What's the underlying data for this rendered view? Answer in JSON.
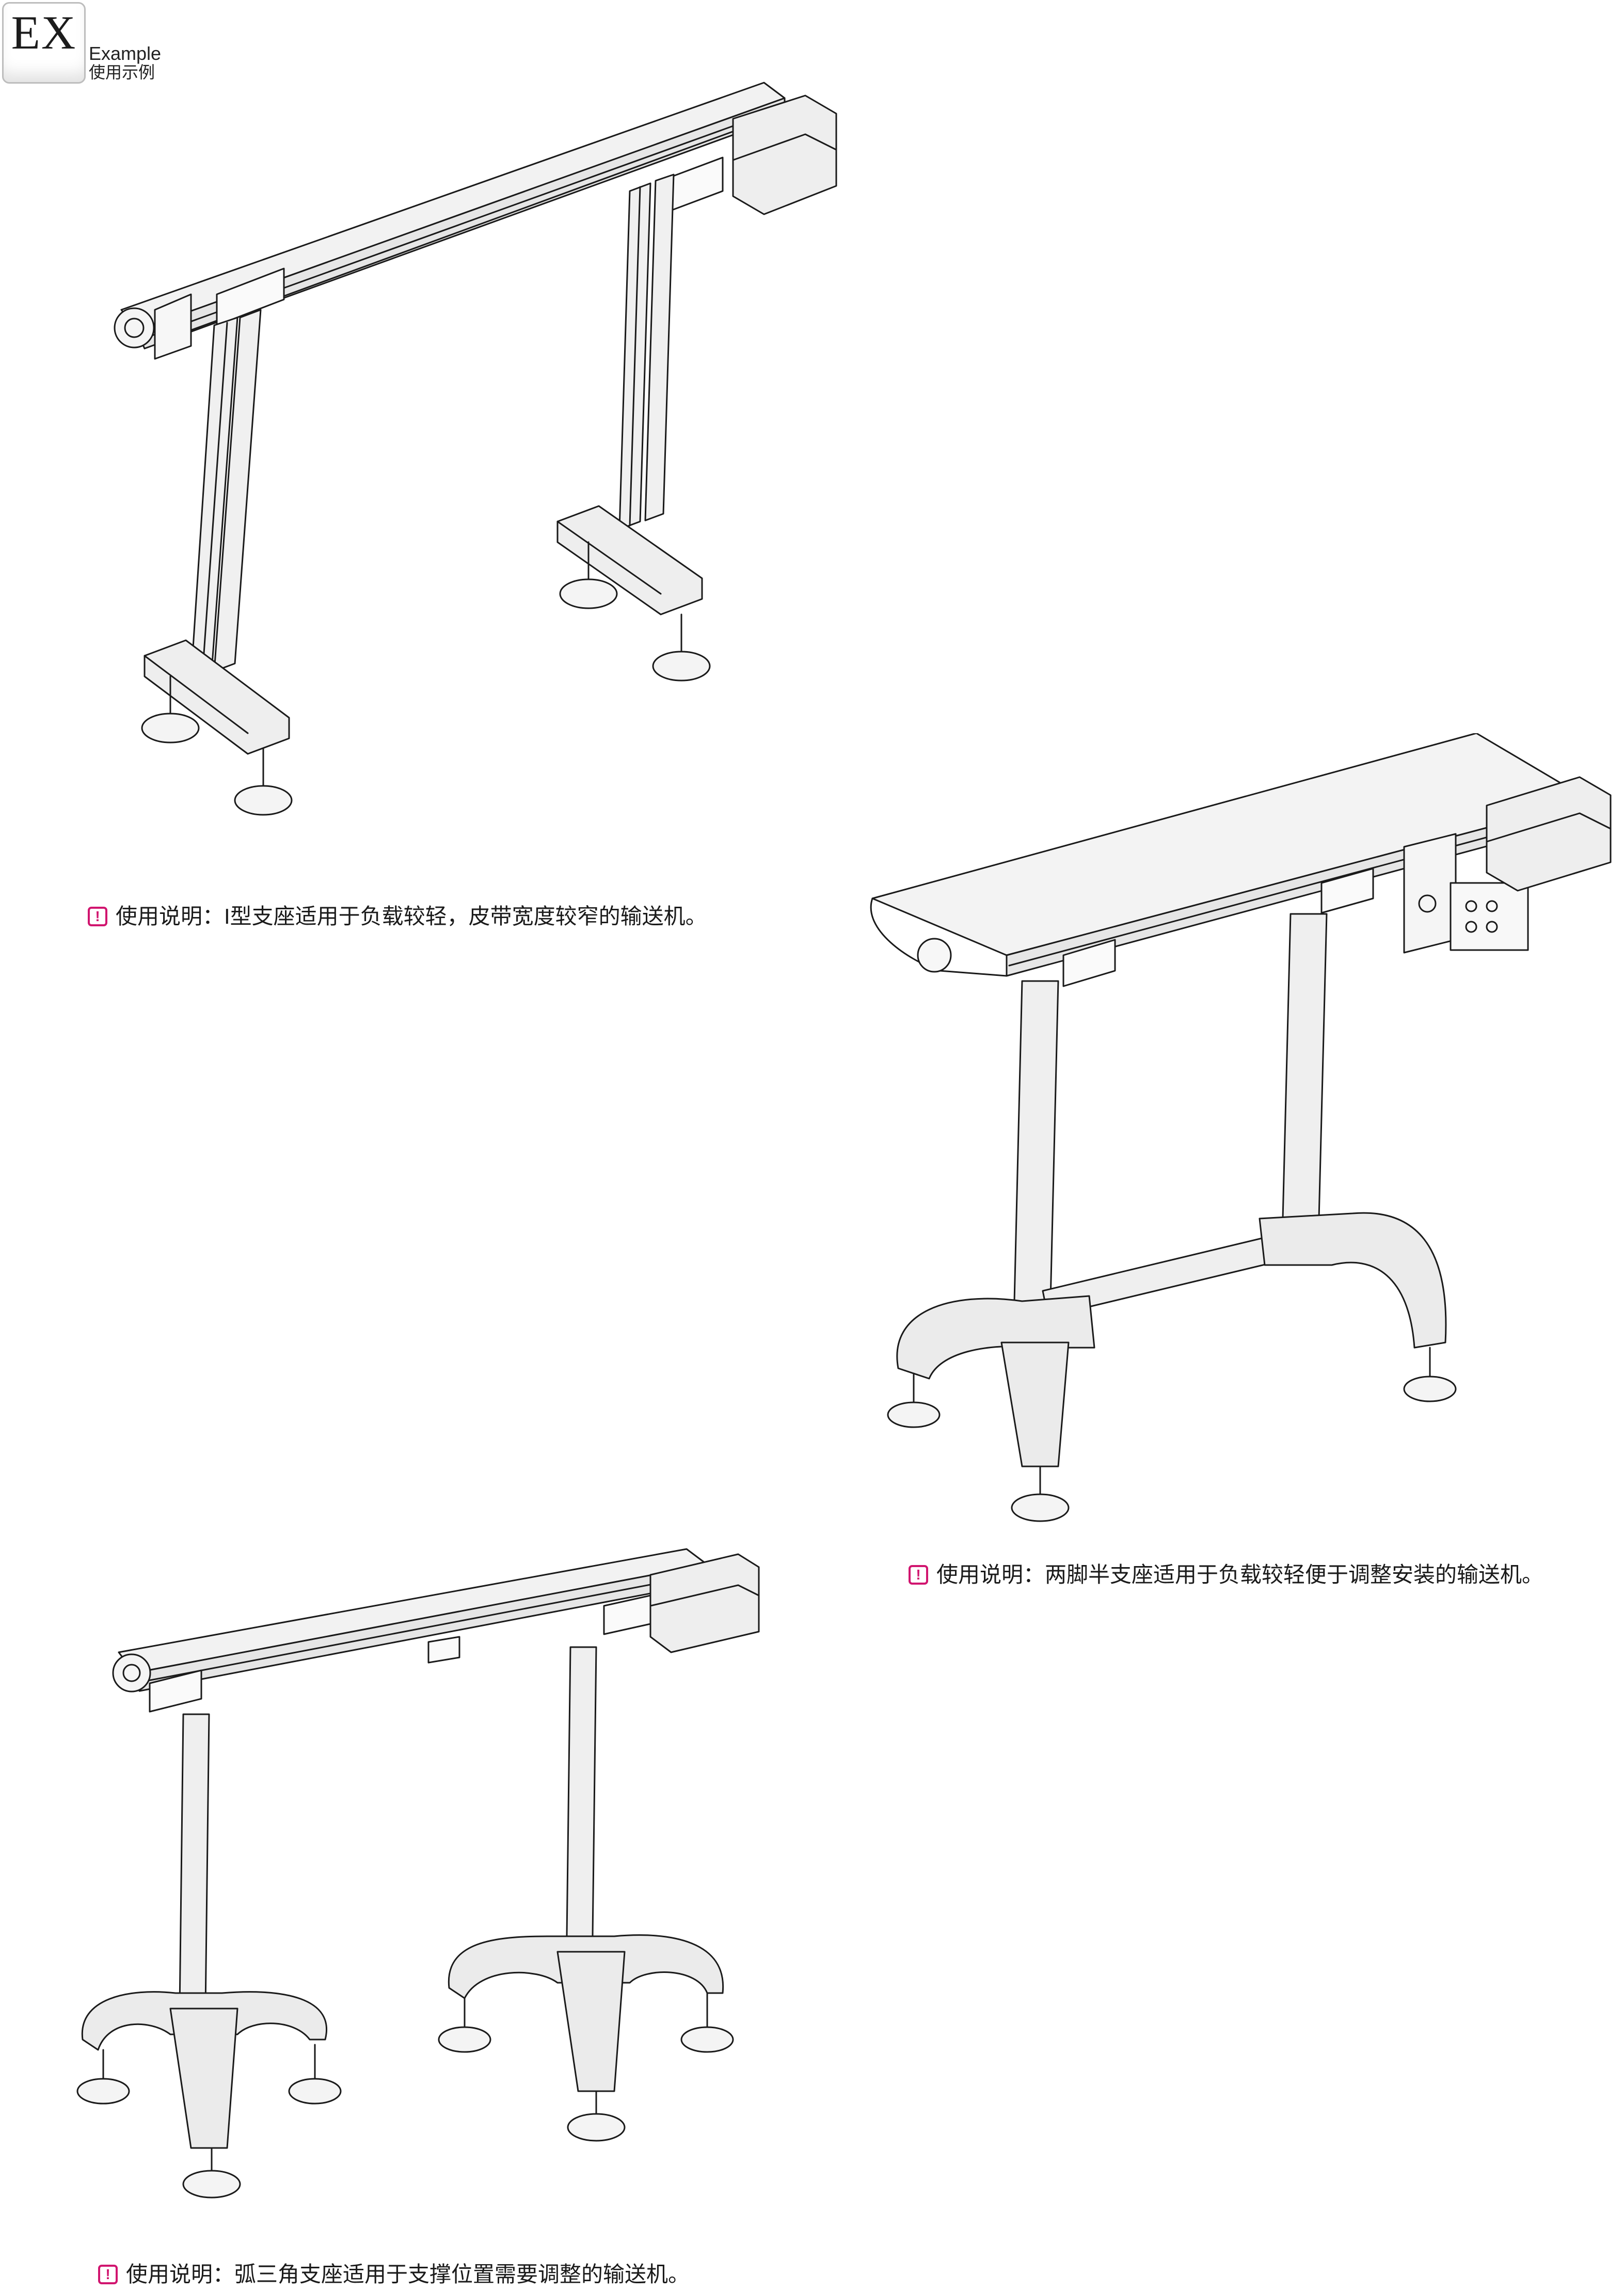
{
  "header": {
    "badge_text": "EX",
    "label_en": "Example",
    "label_cn": "使用示例"
  },
  "notes": [
    {
      "icon": "exclamation-icon",
      "text": "使用说明：I型支座适用于负载较轻，皮带宽度较窄的输送机。"
    },
    {
      "icon": "exclamation-icon",
      "text": "使用说明：两脚半支座适用于负载较轻便于调整安装的输送机。"
    },
    {
      "icon": "exclamation-icon",
      "text": "使用说明：弧三角支座适用于支撑位置需要调整的输送机。"
    }
  ],
  "colors": {
    "accent": "#d1156f",
    "line": "#1a1a1a",
    "fill": "#eeeeee"
  }
}
